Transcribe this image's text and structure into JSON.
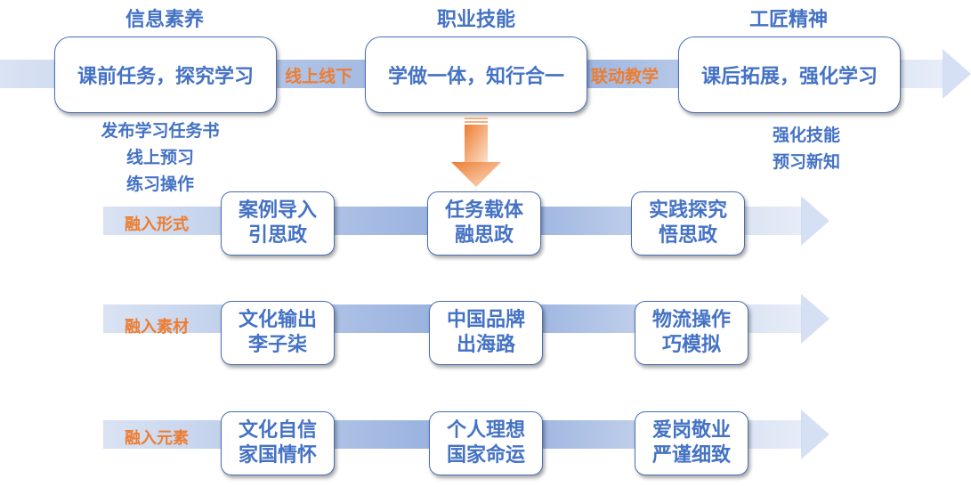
{
  "colors": {
    "text_blue": "#4472C4",
    "accent_orange": "#ED7D31",
    "band_blue": "#8FAADC"
  },
  "stages": [
    {
      "heading": "信息素养",
      "box": "课前任务，探究学习",
      "notes": [
        "发布学习任务书",
        "线上预习",
        "练习操作"
      ]
    },
    {
      "heading": "职业技能",
      "box": "学做一体，知行合一",
      "notes": []
    },
    {
      "heading": "工匠精神",
      "box": "课后拓展，强化学习",
      "notes": [
        "强化技能",
        "预习新知"
      ]
    }
  ],
  "connectors": [
    "线上线下",
    "联动教学"
  ],
  "rows": [
    {
      "label": "融入形式",
      "cells": [
        [
          "案例导入",
          "引思政"
        ],
        [
          "任务载体",
          "融思政"
        ],
        [
          "实践探究",
          "悟思政"
        ]
      ]
    },
    {
      "label": "融入素材",
      "cells": [
        [
          "文化输出",
          "李子柒"
        ],
        [
          "中国品牌",
          "出海路"
        ],
        [
          "物流操作",
          "巧模拟"
        ]
      ]
    },
    {
      "label": "融入元素",
      "cells": [
        [
          "文化自信",
          "家国情怀"
        ],
        [
          "个人理想",
          "国家命运"
        ],
        [
          "爱岗敬业",
          "严谨细致"
        ]
      ]
    }
  ]
}
